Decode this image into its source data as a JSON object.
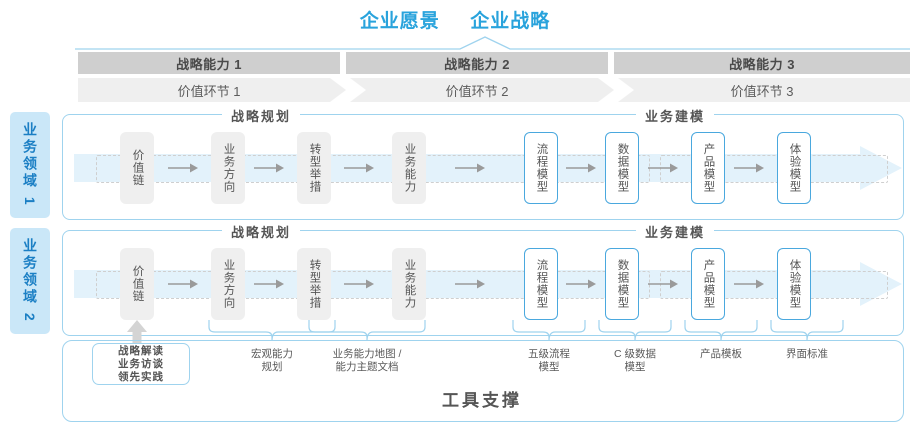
{
  "header": {
    "title_left": "企业愿景",
    "title_right": "企业战略",
    "accent_color": "#29a3dc"
  },
  "capability_band": {
    "items": [
      {
        "label": "战略能力 1"
      },
      {
        "label": "战略能力 2"
      },
      {
        "label": "战略能力 3"
      }
    ],
    "band_color": "#cfcfcf"
  },
  "value_chain_band": {
    "items": [
      {
        "label": "价值环节 1"
      },
      {
        "label": "价值环节 2"
      },
      {
        "label": "价值环节 3"
      }
    ],
    "band_color": "#efefef"
  },
  "side_labels": [
    {
      "label": "业务领域 1"
    },
    {
      "label": "业务领域 2"
    }
  ],
  "section_titles": {
    "planning": "战略规划",
    "modeling": "业务建模"
  },
  "flow": {
    "grey_nodes": [
      {
        "label": "价值链"
      },
      {
        "label": "业务方向"
      },
      {
        "label": "转型举措"
      },
      {
        "label": "业务能力"
      }
    ],
    "blue_nodes": [
      {
        "label": "流程模型"
      },
      {
        "label": "数据模型"
      },
      {
        "label": "产品模型"
      },
      {
        "label": "体验模型"
      }
    ]
  },
  "tools": {
    "title": "工具支撑",
    "chip": {
      "line1": "战略解读",
      "line2": "业务访谈",
      "line3": "领先实践"
    },
    "labels": [
      {
        "line1": "宏观能力",
        "line2": "规划"
      },
      {
        "line1": "业务能力地图 /",
        "line2": "能力主题文档"
      },
      {
        "line1": "五级流程",
        "line2": "模型"
      },
      {
        "line1": "C 级数据",
        "line2": "模型"
      },
      {
        "line1": "产品模板",
        "line2": ""
      },
      {
        "line1": "界面标准",
        "line2": ""
      }
    ]
  }
}
